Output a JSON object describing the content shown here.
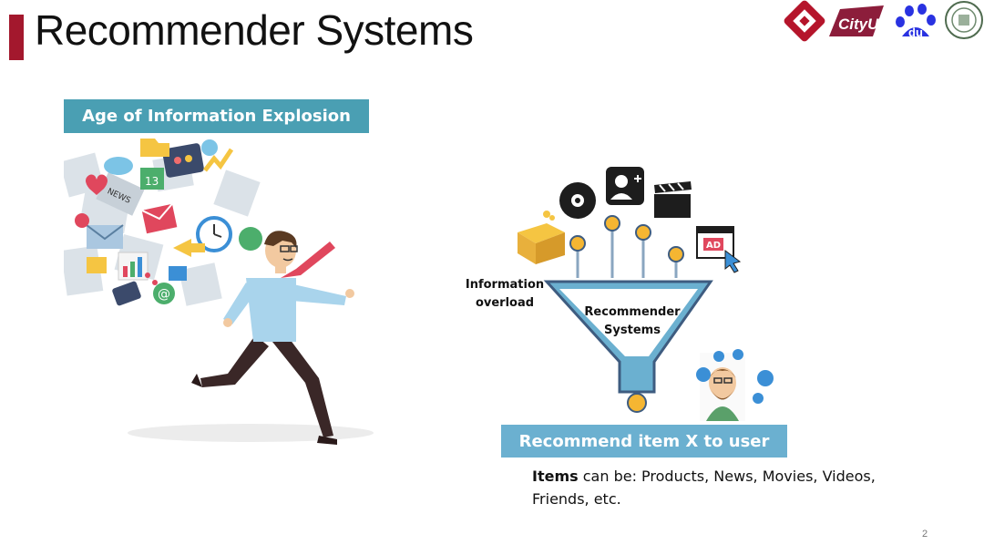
{
  "slide": {
    "title": "Recommender Systems",
    "accent_color": "#a3182d",
    "page_number": "2"
  },
  "logos": {
    "cityu_text": "CityU",
    "baidu_text": "du",
    "items": [
      "polyu-logo",
      "cityu-logo",
      "baidu-logo",
      "university-seal-logo"
    ]
  },
  "left_panel": {
    "banner": "Age of Information Explosion",
    "banner_color": "#4a9fb3",
    "collage_labels": {
      "news": "NEWS",
      "calendar": "13",
      "email": "@"
    }
  },
  "right_panel": {
    "overload_label_line1": "Information",
    "overload_label_line2": "overload",
    "funnel_label_line1": "Recommender",
    "funnel_label_line2": "Systems",
    "ad_label": "AD",
    "banner": "Recommend item X to user",
    "banner_color": "#6bb0d0",
    "items_bold": "Items",
    "items_rest": " can be: Products, News, Movies, Videos, Friends, etc."
  }
}
